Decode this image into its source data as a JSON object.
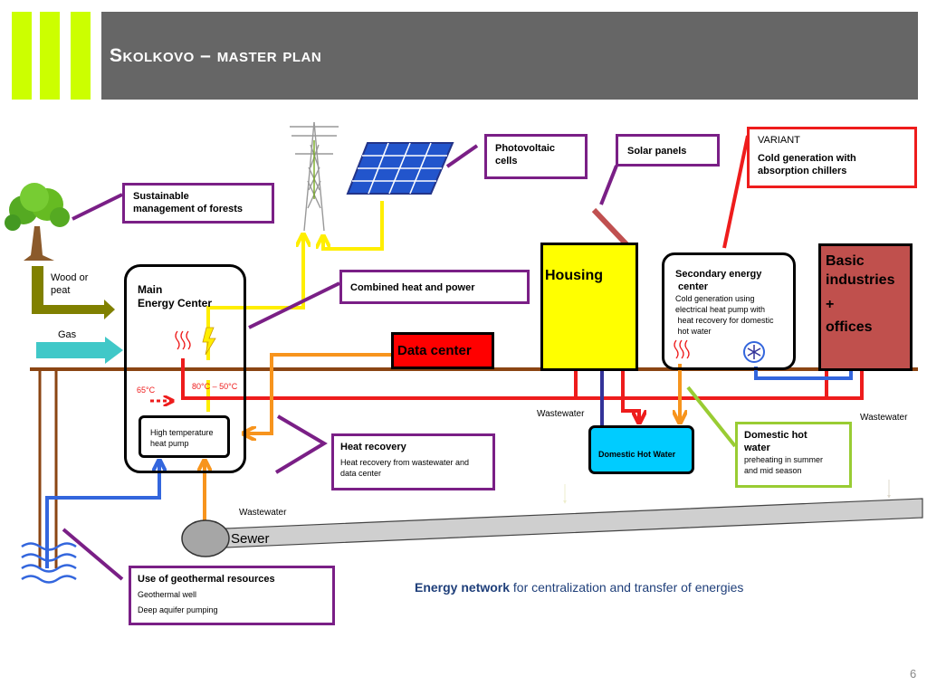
{
  "slide": {
    "title": "Skolkovo – master plan",
    "page_number": "6",
    "colors": {
      "title_bar": "#666666",
      "accent_bars": "#ccff00",
      "hot_pipe": "#ee1c1c",
      "ground_line": "#8b4513",
      "purple_callout": "#7a1f86"
    }
  },
  "labels": {
    "wood_or_peat": [
      "Wood or",
      "peat"
    ],
    "gas": "Gas",
    "main_energy_center": [
      "Main",
      "Energy Center"
    ],
    "temp_65": "65°C",
    "temp_80_50": "80°C – 50°C",
    "high_temp_heat_pump": [
      "High temperature",
      "heat pump"
    ],
    "data_center": "Data center",
    "housing": "Housing",
    "secondary_energy_center": {
      "title": [
        "Secondary energy",
        " center"
      ],
      "body": [
        "Cold generation using",
        "electrical heat pump with",
        " heat recovery for domestic",
        " hot water"
      ]
    },
    "basic_industries": [
      "Basic",
      "industries",
      "+",
      "offices"
    ],
    "domestic_hot_water_tank": "Domestic Hot Water",
    "wastewater_mid": "Wastewater",
    "wastewater_right": "Wastewater",
    "wastewater_sewer": "Wastewater",
    "sewer": "Sewer",
    "energy_network_bold": "Energy network",
    "energy_network_rest": " for centralization and transfer of energies"
  },
  "callouts": {
    "forests": [
      "Sustainable",
      "management of forests"
    ],
    "chp": "Combined heat and power",
    "photovoltaic": [
      "Photovoltaic",
      "cells"
    ],
    "solar": "Solar panels",
    "variant": {
      "head": "VARIANT",
      "body": [
        "Cold generation with",
        "absorption chillers"
      ]
    },
    "heat_recovery": {
      "head": "Heat recovery",
      "body": [
        "Heat recovery from wastewater and",
        "data center"
      ]
    },
    "geothermal": {
      "head": "Use of geothermal resources",
      "line1": "Geothermal well",
      "line2": "Deep aquifer pumping"
    },
    "domestic_hot_water": {
      "head": [
        "Domestic hot",
        "water"
      ],
      "body": [
        "preheating in summer",
        "and mid season"
      ]
    }
  },
  "icons": [
    "tree-icon",
    "pylon-icon",
    "solar-panel-icon",
    "heat-wave-icon",
    "lightning-icon",
    "snowflake-icon",
    "groundwater-icon"
  ]
}
